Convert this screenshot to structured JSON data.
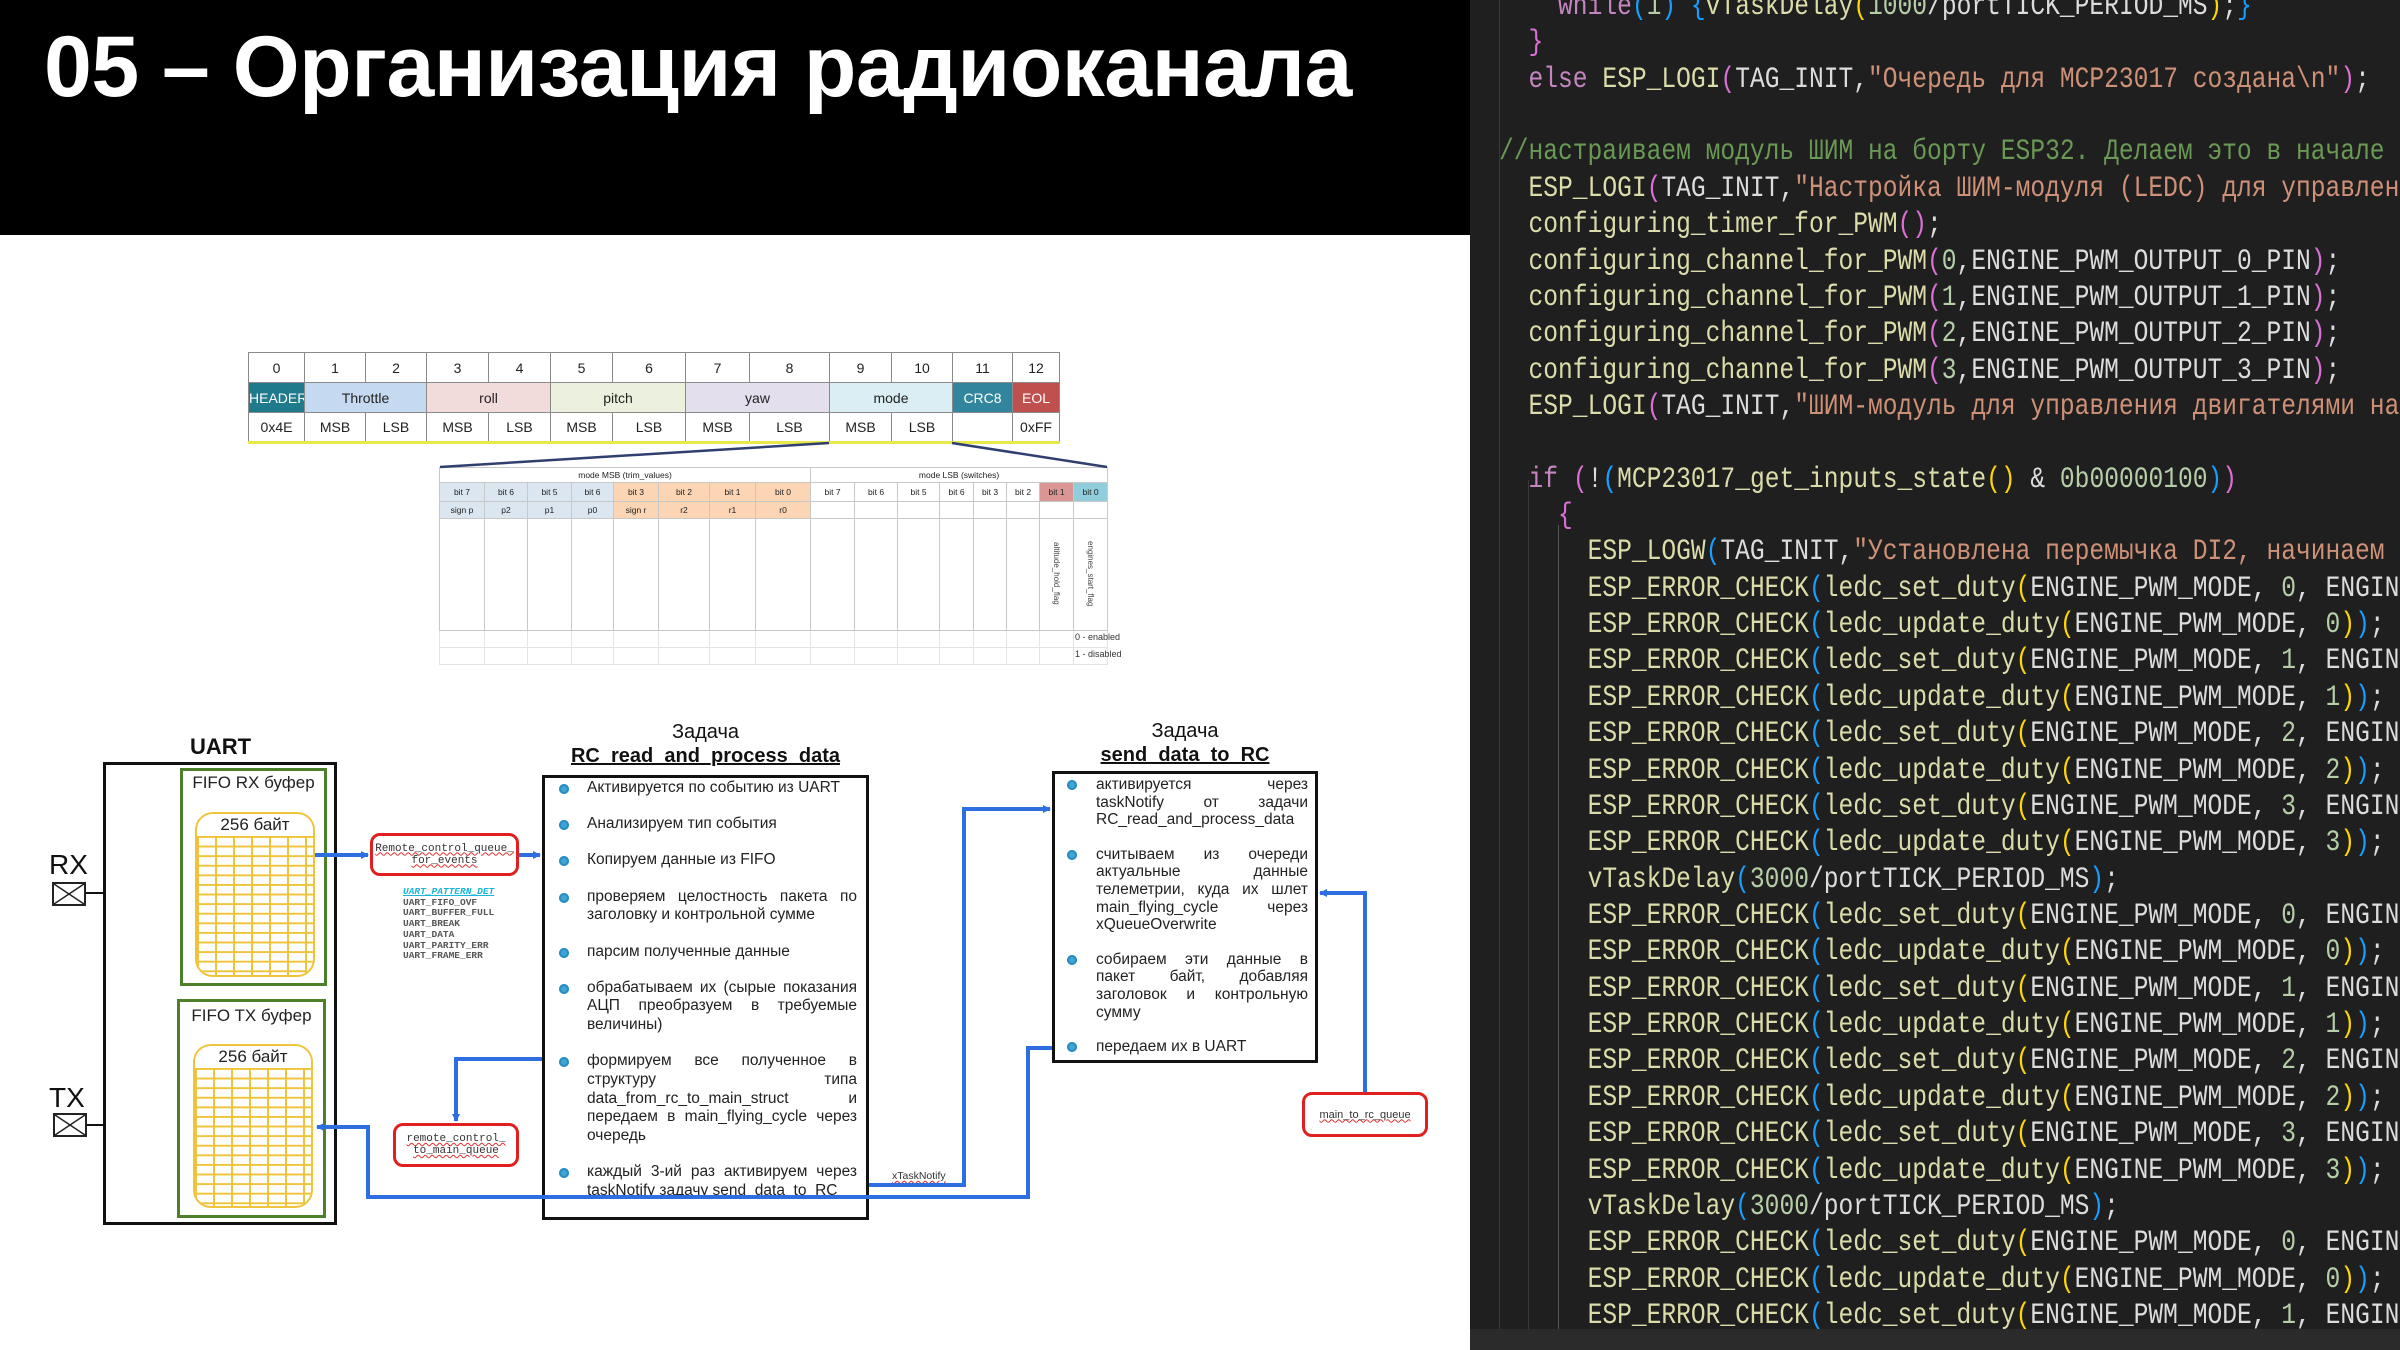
{
  "slide": {
    "title": "05 – Организация радиоканала"
  },
  "packet_table": {
    "indices": [
      "0",
      "1",
      "2",
      "3",
      "4",
      "5",
      "6",
      "7",
      "8",
      "9",
      "10",
      "11",
      "12"
    ],
    "fields": [
      {
        "label": "HEADER",
        "span": 1,
        "color": "#1f7a8c",
        "text_color": "#ffffff"
      },
      {
        "label": "Throttle",
        "span": 2,
        "color": "#c5d9f1",
        "text_color": "#222222"
      },
      {
        "label": "roll",
        "span": 2,
        "color": "#f2dcdb",
        "text_color": "#222222"
      },
      {
        "label": "pitch",
        "span": 2,
        "color": "#ebf1de",
        "text_color": "#222222"
      },
      {
        "label": "yaw",
        "span": 2,
        "color": "#e4dfec",
        "text_color": "#222222"
      },
      {
        "label": "mode",
        "span": 2,
        "color": "#daeef3",
        "text_color": "#222222"
      },
      {
        "label": "CRC8",
        "span": 1,
        "color": "#31859c",
        "text_color": "#ffffff"
      },
      {
        "label": "EOL",
        "span": 1,
        "color": "#c0504d",
        "text_color": "#ffffff"
      }
    ],
    "bytes": [
      "0x4E",
      "MSB",
      "LSB",
      "MSB",
      "LSB",
      "MSB",
      "LSB",
      "MSB",
      "LSB",
      "MSB",
      "LSB",
      "",
      "0xFF"
    ]
  },
  "mode_table": {
    "groups": [
      "mode MSB (trim_values)",
      "mode LSB (switches)"
    ],
    "bits": [
      "bit 7",
      "bit 6",
      "bit 5",
      "bit 6",
      "bit 3",
      "bit 2",
      "bit 1",
      "bit 0",
      "bit 7",
      "bit 6",
      "bit 5",
      "bit 6",
      "bit 3",
      "bit 2",
      "bit 1",
      "bit 0"
    ],
    "values": [
      "sign p",
      "p2",
      "p1",
      "p0",
      "sign r",
      "r2",
      "r1",
      "r0",
      "",
      "",
      "",
      "",
      "",
      "",
      "",
      ""
    ],
    "bit_colors": [
      "#dce6f1",
      "#dce6f1",
      "#dce6f1",
      "#dce6f1",
      "#fcd5b4",
      "#fcd5b4",
      "#fcd5b4",
      "#fcd5b4",
      "#ffffff",
      "#ffffff",
      "#ffffff",
      "#ffffff",
      "#ffffff",
      "#ffffff",
      "#da9694",
      "#92cddc"
    ],
    "flag_labels": [
      "altitude_hold_flag",
      "engines_start_flag"
    ],
    "legend": [
      "0 - enabled",
      "1 - disabled"
    ]
  },
  "diagram": {
    "uart_title": "UART",
    "rx_label": "RX",
    "tx_label": "TX",
    "fifo_rx": "FIFO RX буфер",
    "fifo_tx": "FIFO TX буфер",
    "rx_size": "256 байт",
    "tx_size": "256 байт",
    "queue_events": [
      "Remote_control_queue_",
      "for_events"
    ],
    "queue_main": [
      "remote_control_",
      "to_main_queue"
    ],
    "queue_rc": "main_to_rc_queue",
    "events": [
      "UART_PATTERN_DET",
      "UART_FIFO_OVF",
      "UART_BUFFER_FULL",
      "UART_BREAK",
      "UART_DATA",
      "UART_PARITY_ERR",
      "UART_FRAME_ERR"
    ],
    "notify_label": "xTaskNotify",
    "task1": {
      "caption": "Задача",
      "name": "RC_read_and_process_data",
      "items": [
        "Активируется по событию из UART",
        "Анализируем тип события",
        "Копируем данные из FIFO",
        "проверяем целостность пакета по заголовку и контрольной сумме",
        "парсим полученные данные",
        "обрабатываем их (сырые показания АЦП преобразуем в требуемые величины)",
        "формируем все полученное в структуру типа data_from_rc_to_main_struct и передаем в main_flying_cycle через очередь",
        "каждый 3-ий раз активируем через taskNotify задачу send_data_to_RC"
      ]
    },
    "task2": {
      "caption": "Задача",
      "name": "send_data_to_RC",
      "items": [
        "активируется через taskNotify от задачи RC_read_and_process_data",
        "считываем из очереди актуальные данные телеметрии, куда их шлет main_flying_cycle через xQueueOverwrite",
        "собираем эти данные в пакет байт, добавляя заголовок и контрольную сумму",
        "передаем их в UART"
      ]
    },
    "colors": {
      "arrow": "#2f6ee0",
      "queue_border": "#e02020",
      "fifo_border": "#4e7f2a",
      "buffer": "#f0c43a",
      "table_link": "#2f3f6f"
    }
  },
  "code": {
    "lines": [
      "    while(1) {vTaskDelay(1000/portTICK_PERIOD_MS);}",
      "  }",
      "  else ESP_LOGI(TAG_INIT,\"Очередь для MCP23017 создана\\n\");",
      "",
      "//настраиваем модуль ШИМ на борту ESP32. Делаем это в начале",
      "  ESP_LOGI(TAG_INIT,\"Настройка ШИМ-модуля (LEDC) для управлен",
      "  configuring_timer_for_PWM();",
      "  configuring_channel_for_PWM(0,ENGINE_PWM_OUTPUT_0_PIN);",
      "  configuring_channel_for_PWM(1,ENGINE_PWM_OUTPUT_1_PIN);",
      "  configuring_channel_for_PWM(2,ENGINE_PWM_OUTPUT_2_PIN);",
      "  configuring_channel_for_PWM(3,ENGINE_PWM_OUTPUT_3_PIN);",
      "  ESP_LOGI(TAG_INIT,\"ШИМ-модуль для управления двигателями на",
      "",
      "  if (!(MCP23017_get_inputs_state() & 0b00000100))",
      "    {",
      "      ESP_LOGW(TAG_INIT,\"Установлена перемычка DI2, начинаем ",
      "      ESP_ERROR_CHECK(ledc_set_duty(ENGINE_PWM_MODE, 0, ENGIN",
      "      ESP_ERROR_CHECK(ledc_update_duty(ENGINE_PWM_MODE, 0));",
      "      ESP_ERROR_CHECK(ledc_set_duty(ENGINE_PWM_MODE, 1, ENGIN",
      "      ESP_ERROR_CHECK(ledc_update_duty(ENGINE_PWM_MODE, 1));",
      "      ESP_ERROR_CHECK(ledc_set_duty(ENGINE_PWM_MODE, 2, ENGIN",
      "      ESP_ERROR_CHECK(ledc_update_duty(ENGINE_PWM_MODE, 2));",
      "      ESP_ERROR_CHECK(ledc_set_duty(ENGINE_PWM_MODE, 3, ENGIN",
      "      ESP_ERROR_CHECK(ledc_update_duty(ENGINE_PWM_MODE, 3));",
      "      vTaskDelay(3000/portTICK_PERIOD_MS);",
      "      ESP_ERROR_CHECK(ledc_set_duty(ENGINE_PWM_MODE, 0, ENGIN",
      "      ESP_ERROR_CHECK(ledc_update_duty(ENGINE_PWM_MODE, 0));",
      "      ESP_ERROR_CHECK(ledc_set_duty(ENGINE_PWM_MODE, 1, ENGIN",
      "      ESP_ERROR_CHECK(ledc_update_duty(ENGINE_PWM_MODE, 1));",
      "      ESP_ERROR_CHECK(ledc_set_duty(ENGINE_PWM_MODE, 2, ENGIN",
      "      ESP_ERROR_CHECK(ledc_update_duty(ENGINE_PWM_MODE, 2));",
      "      ESP_ERROR_CHECK(ledc_set_duty(ENGINE_PWM_MODE, 3, ENGIN",
      "      ESP_ERROR_CHECK(ledc_update_duty(ENGINE_PWM_MODE, 3));",
      "      vTaskDelay(3000/portTICK_PERIOD_MS);",
      "      ESP_ERROR_CHECK(ledc_set_duty(ENGINE_PWM_MODE, 0, ENGIN",
      "      ESP_ERROR_CHECK(ledc_update_duty(ENGINE_PWM_MODE, 0));",
      "      ESP_ERROR_CHECK(ledc_set_duty(ENGINE_PWM_MODE, 1, ENGIN"
    ],
    "colors": {
      "background": "#1f1f1f",
      "keyword": "#c586c0",
      "function": "#dcdcaa",
      "string": "#ce9178",
      "comment": "#6a9955",
      "number": "#b5cea8",
      "brackets": [
        "#ffd700",
        "#da70d6",
        "#179fff"
      ]
    }
  }
}
